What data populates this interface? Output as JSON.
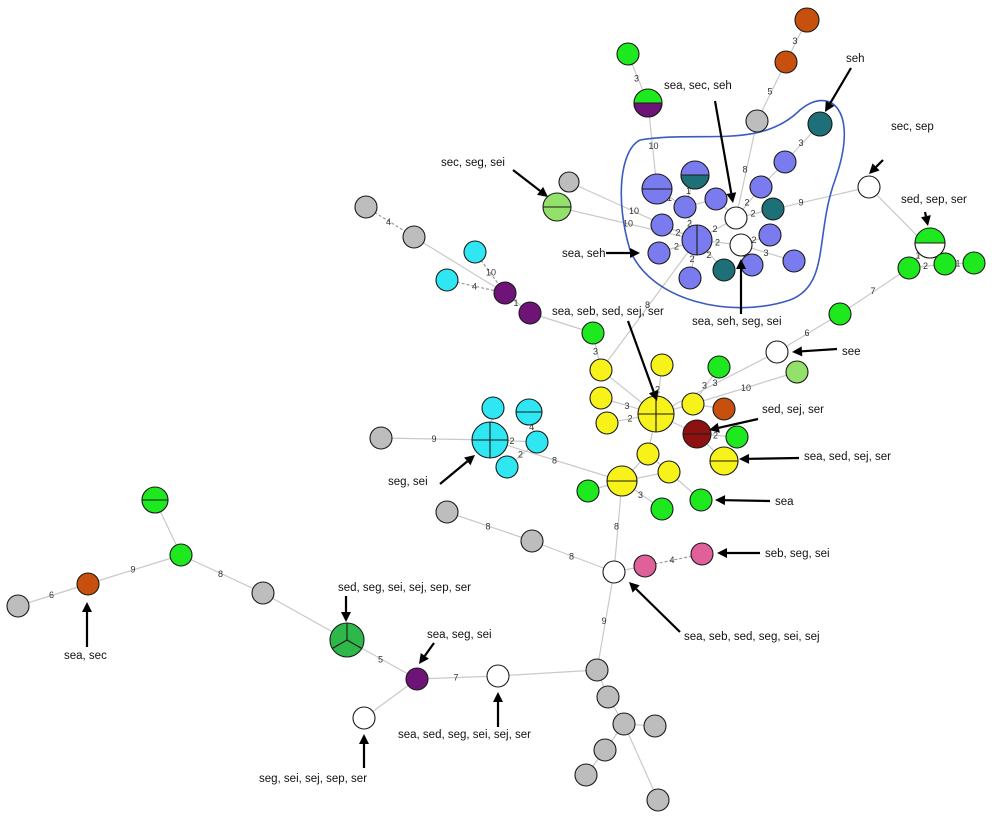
{
  "colors": {
    "gray": "#bdbdbd",
    "white": "#ffffff",
    "blue": "#7b7bf0",
    "teal": "#1d6f78",
    "green": "#1ee81e",
    "lightgreen": "#93e06a",
    "darkgreen": "#2fb84a",
    "yellow": "#f7f21a",
    "cyan": "#2fe7f3",
    "purple": "#6e1478",
    "orange": "#c7500e",
    "maroon": "#8e1111",
    "pink": "#e0609a",
    "cluster_outline": "#3a5bbf"
  },
  "edge_labels": [
    "10",
    "10",
    "10",
    "9",
    "8",
    "8",
    "8",
    "8",
    "8",
    "8",
    "8",
    "9",
    "9",
    "9",
    "10",
    "10",
    "7",
    "7",
    "6",
    "6",
    "5",
    "5",
    "4",
    "4",
    "4",
    "4",
    "4",
    "3",
    "3",
    "3",
    "3",
    "3",
    "3",
    "3",
    "3",
    "3",
    "2",
    "2",
    "2",
    "2",
    "2",
    "2",
    "2",
    "2",
    "2",
    "2",
    "2",
    "2",
    "2",
    "2",
    "2",
    "2",
    "1",
    "1",
    "1",
    "1",
    "1"
  ],
  "callouts": [
    {
      "id": "seh",
      "text": "seh"
    },
    {
      "id": "sea-sec-seh",
      "text": "sea, sec, seh"
    },
    {
      "id": "sec-sep",
      "text": "sec, sep"
    },
    {
      "id": "sec-seg-sei",
      "text": "sec, seg, sei"
    },
    {
      "id": "sed-sep-ser",
      "text": "sed, sep, ser"
    },
    {
      "id": "sea-seh",
      "text": "sea, seh"
    },
    {
      "id": "sea-seh-seg-sei",
      "text": "sea, seh, seg, sei"
    },
    {
      "id": "sea-seb-sed-sej-ser",
      "text": "sea, seb, sed, sej, ser"
    },
    {
      "id": "see",
      "text": "see"
    },
    {
      "id": "sed-sej-ser",
      "text": "sed, sej, ser"
    },
    {
      "id": "sea-sed-sej-ser",
      "text": "sea, sed, sej, ser"
    },
    {
      "id": "seg-sei",
      "text": "seg, sei"
    },
    {
      "id": "sea",
      "text": "sea"
    },
    {
      "id": "seb-seg-sei",
      "text": "seb, seg, sei"
    },
    {
      "id": "sed-seg-sei-sej-sep-ser",
      "text": "sed, seg, sei, sej, sep, ser"
    },
    {
      "id": "sea-seb-sed-seg-sei-sej",
      "text": "sea, seb, sed, seg, sei, sej"
    },
    {
      "id": "sea-seg-sei",
      "text": "sea, seg, sei"
    },
    {
      "id": "sea-sec",
      "text": "sea, sec"
    },
    {
      "id": "sea-sed-seg-sei-sej-ser",
      "text": "sea, sed, seg, sei, sej, ser"
    },
    {
      "id": "seg-sei-sej-sep-ser",
      "text": "seg, sei, sej, sep, ser"
    }
  ]
}
